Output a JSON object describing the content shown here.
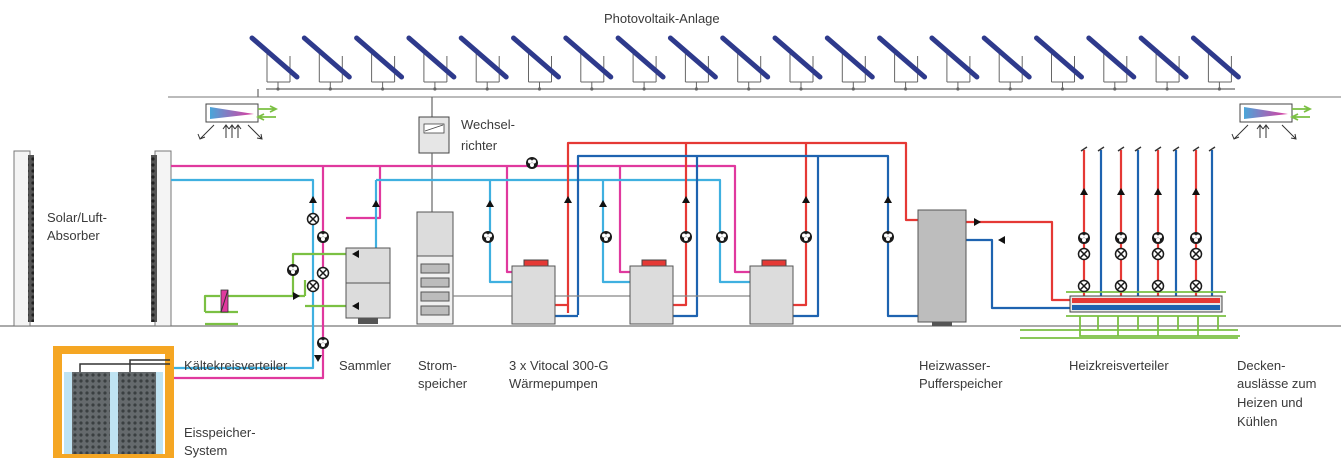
{
  "labels": {
    "pv": "Photovoltaik-Anlage",
    "inverter_1": "Wechsel-",
    "inverter_2": "richter",
    "absorber_1": "Solar/Luft-",
    "absorber_2": "Absorber",
    "cold_distributor": "Kältekreisverteiler",
    "collector": "Sammler",
    "battery_1": "Strom-",
    "battery_2": "speicher",
    "heatpumps_1": "3 x Vitocal 300-G",
    "heatpumps_2": "Wärmepumpen",
    "buffer_1": "Heizwasser-",
    "buffer_2": "Pufferspeicher",
    "heat_distributor": "Heizkreisverteiler",
    "ceiling_1": "Decken-",
    "ceiling_2": "auslässe zum",
    "ceiling_3": "Heizen und",
    "ceiling_4": "Kühlen",
    "ice_1": "Eisspeicher-",
    "ice_2": "System"
  },
  "colors": {
    "pv_panel": "#2e3a8c",
    "hot_flow": "#e53935",
    "cold_return": "#1e63b0",
    "brine": "#e0399e",
    "cool_water": "#3fb0e0",
    "glycol": "#7bc043",
    "ice_frame": "#f5a623",
    "ice_water": "#bfe3f2",
    "device": "#d9d9d9",
    "line": "#666666"
  },
  "counts": {
    "pv_panels": 19,
    "heat_pumps": 3,
    "heating_circuits": 4
  }
}
